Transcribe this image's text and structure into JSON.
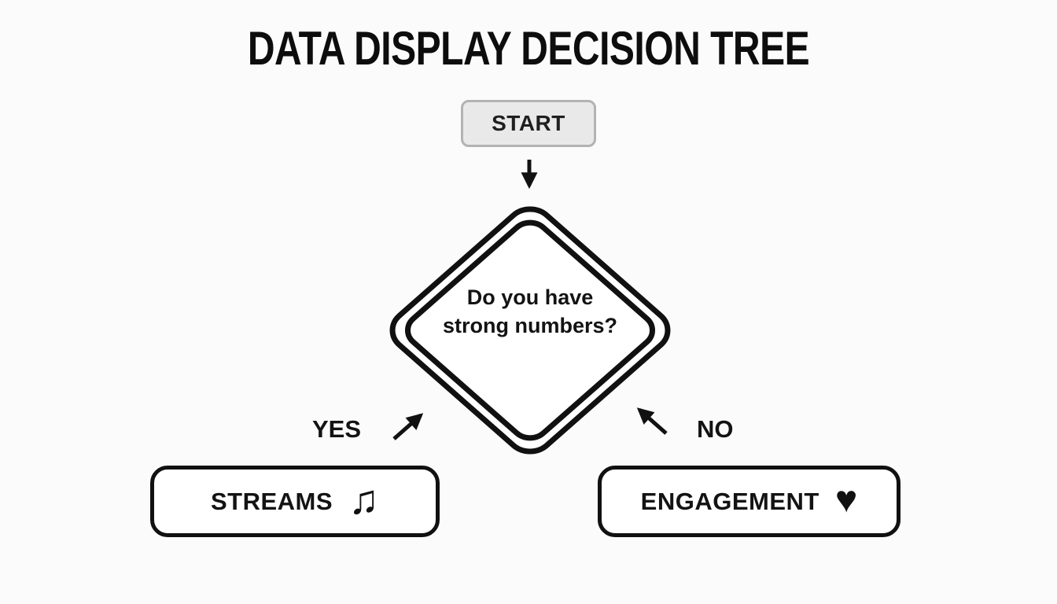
{
  "title": "DATA DISPLAY DECISION TREE",
  "flowchart": {
    "start": {
      "label": "START"
    },
    "decision": {
      "question": "Do you have strong numbers?"
    },
    "branches": [
      {
        "label": "YES"
      },
      {
        "label": "NO"
      }
    ],
    "outcomes": [
      {
        "label": "STREAMS",
        "icon": "music-notes-icon",
        "glyph": "♫"
      },
      {
        "label": "ENGAGEMENT",
        "icon": "heart-icon",
        "glyph": "♥"
      }
    ]
  },
  "colors": {
    "ink": "#111111",
    "background": "#fbfbfb",
    "start_fill": "#e9e9e9",
    "start_border": "#b3b3b3",
    "node_fill": "#ffffff"
  }
}
